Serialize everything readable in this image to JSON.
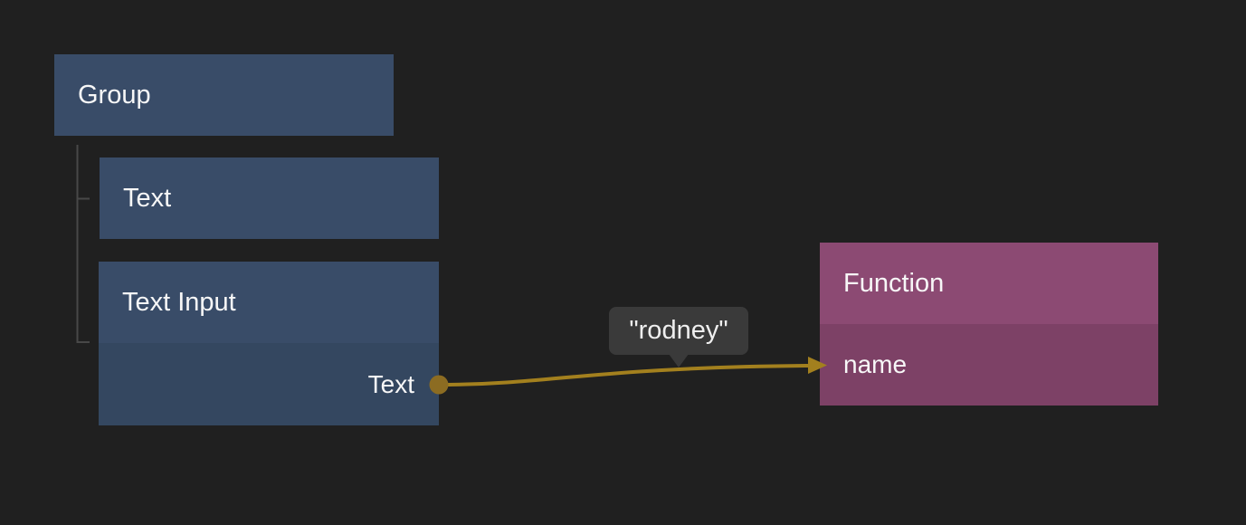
{
  "canvas": {
    "background": "#202020"
  },
  "palette": {
    "node_blue_header": "#394c68",
    "node_blue_body": "#344760",
    "node_purple_header": "#8c4a73",
    "node_purple_body": "#7d4166",
    "text_color": "#f7f7f7",
    "tree_line": "#484848",
    "wire_gold": "#a3801e",
    "port_gold": "#8c6c22",
    "tooltip_bg": "#3a3a3a"
  },
  "nodes": {
    "group": {
      "title": "Group"
    },
    "text": {
      "title": "Text"
    },
    "text_input": {
      "title": "Text Input",
      "output_port_label": "Text"
    },
    "function": {
      "title": "Function",
      "input_port_label": "name"
    }
  },
  "connection": {
    "from_node": "Text Input",
    "from_port": "Text",
    "to_node": "Function",
    "to_port": "name",
    "value_preview": "\"rodney\""
  }
}
